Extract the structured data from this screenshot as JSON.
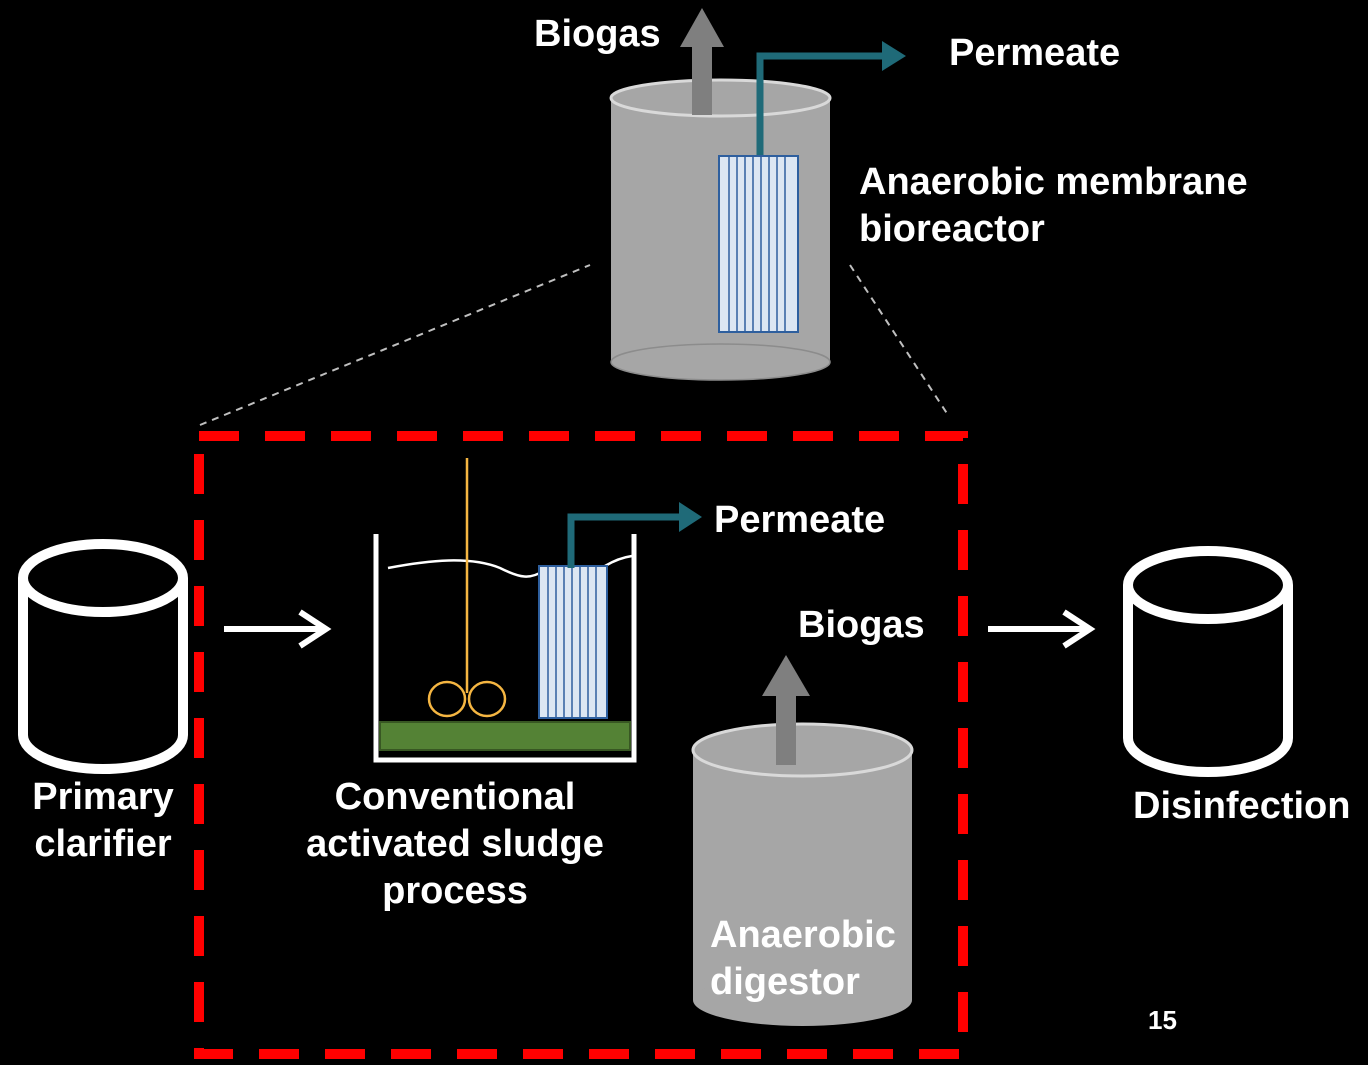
{
  "labels": {
    "biogas_top": "Biogas",
    "permeate_top": "Permeate",
    "anmbr_line1": "Anaerobic membrane",
    "anmbr_line2": "bioreactor",
    "permeate_mid": "Permeate",
    "biogas_mid": "Biogas",
    "primary_line1": "Primary",
    "primary_line2": "clarifier",
    "cas_line1": "Conventional",
    "cas_line2": "activated sludge",
    "cas_line3": "process",
    "digestor_line1": "Anaerobic",
    "digestor_line2": "digestor",
    "disinfection": "Disinfection",
    "page_number": "15"
  },
  "colors": {
    "background": "#000000",
    "tank_gray": "#a6a6a6",
    "arrow_gray": "#7f7f7f",
    "permeate_teal": "#1f6a78",
    "membrane_fill": "#dce6f2",
    "membrane_stroke": "#2e5f9e",
    "boundary_red": "#ff0000",
    "sludge_green": "#548235",
    "impeller_gold": "#f5b642",
    "outline_white": "#ffffff"
  }
}
